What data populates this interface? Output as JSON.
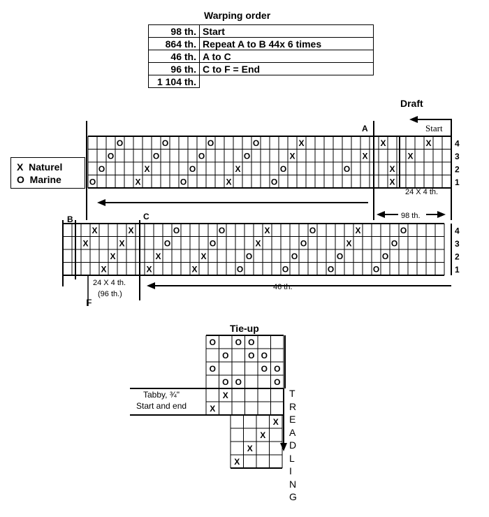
{
  "warping": {
    "title": "Warping order",
    "rows": [
      {
        "count": "98  th.",
        "desc": "Start"
      },
      {
        "count": "864 th.",
        "desc": "Repeat A to B 44x 6 times"
      },
      {
        "count": "46 th.",
        "desc": "A to C"
      },
      {
        "count": "96 th.",
        "desc": "C to F = End"
      }
    ],
    "total": "1 104 th."
  },
  "draft": {
    "title": "Draft",
    "start_label": "Start",
    "mark_A": "A",
    "mark_B": "B",
    "mark_C": "C",
    "mark_F": "F",
    "shafts": [
      "4",
      "3",
      "2",
      "1"
    ],
    "top_grid": [
      [
        "",
        "",
        "",
        "O",
        "",
        "",
        "",
        "",
        "O",
        "",
        "",
        "",
        "",
        "O",
        "",
        "",
        "",
        "",
        "O",
        "",
        "",
        "",
        "",
        "X",
        "",
        "",
        "",
        "",
        "",
        "",
        "",
        "",
        "X",
        "",
        "",
        "",
        "",
        "X"
      ],
      [
        "",
        "",
        "O",
        "",
        "",
        "",
        "",
        "O",
        "",
        "",
        "",
        "",
        "O",
        "",
        "",
        "",
        "",
        "O",
        "",
        "",
        "",
        "",
        "X",
        "",
        "",
        "",
        "",
        "",
        "",
        "",
        "X",
        "",
        "",
        "",
        "",
        "X",
        ""
      ],
      [
        "",
        "O",
        "",
        "",
        "",
        "",
        "X",
        "",
        "",
        "",
        "",
        "O",
        "",
        "",
        "",
        "",
        "X",
        "",
        "",
        "",
        "",
        "O",
        "",
        "",
        "",
        "",
        "",
        "",
        "O",
        "",
        "",
        "",
        "",
        "X",
        "",
        ""
      ],
      [
        "O",
        "",
        "",
        "",
        "",
        "X",
        "",
        "",
        "",
        "",
        "O",
        "",
        "",
        "",
        "",
        "X",
        "",
        "",
        "",
        "",
        "O",
        "",
        "",
        "",
        "",
        "",
        "",
        "",
        "",
        "",
        "",
        "",
        "",
        "X",
        "",
        "",
        ""
      ]
    ],
    "top_repeat_label": "24 X 4 th.",
    "top_98_label": "98 th.",
    "bottom_grid": [
      [
        "",
        "X",
        "",
        "",
        "",
        "X",
        "",
        "",
        "",
        "",
        "O",
        "",
        "",
        "",
        "",
        "O",
        "",
        "",
        "",
        "",
        "X",
        "",
        "",
        "",
        "",
        "O",
        "",
        "",
        "",
        "",
        "X",
        "",
        "",
        "",
        "",
        "O"
      ],
      [
        "X",
        "",
        "",
        "",
        "X",
        "",
        "",
        "",
        "",
        "O",
        "",
        "",
        "",
        "",
        "O",
        "",
        "",
        "",
        "",
        "X",
        "",
        "",
        "",
        "",
        "O",
        "",
        "",
        "",
        "",
        "X",
        "",
        "",
        "",
        "",
        "O",
        ""
      ],
      [
        "",
        "",
        "",
        "X",
        "",
        "",
        "",
        "",
        "X",
        "",
        "",
        "",
        "",
        "X",
        "",
        "",
        "",
        "",
        "O",
        "",
        "",
        "",
        "",
        "O",
        "",
        "",
        "",
        "",
        "O",
        "",
        "",
        "",
        "",
        "O",
        "",
        ""
      ],
      [
        "",
        "",
        "X",
        "",
        "",
        "",
        "",
        "X",
        "",
        "",
        "",
        "",
        "X",
        "",
        "",
        "",
        "",
        "O",
        "",
        "",
        "",
        "",
        "O",
        "",
        "",
        "",
        "",
        "O",
        "",
        "",
        "",
        "",
        "O",
        "",
        "",
        ""
      ]
    ],
    "bottom_repeat_label_1": "24 X 4 th.",
    "bottom_repeat_label_2": "(96 th.)",
    "bottom_46_label": "46 th."
  },
  "legend": {
    "items": [
      {
        "symbol": "X",
        "label": "Naturel"
      },
      {
        "symbol": "O",
        "label": "Marine"
      }
    ]
  },
  "tieup": {
    "title": "Tie-up",
    "grid": [
      [
        "O",
        "",
        "O",
        "O",
        "",
        ""
      ],
      [
        "",
        "O",
        "",
        "O",
        "O",
        ""
      ],
      [
        "O",
        "",
        "",
        "",
        "O",
        "O"
      ],
      [
        "",
        "O",
        "O",
        "",
        "",
        "O"
      ]
    ],
    "tabby_label_1": "Tabby, ¾\"",
    "tabby_label_2": "Start and end",
    "tabby_grid": [
      [
        "",
        "X",
        "",
        "",
        "",
        ""
      ],
      [
        "X",
        "",
        "",
        "",
        "",
        ""
      ]
    ],
    "treadle_grid": [
      [
        "",
        "",
        "",
        "X"
      ],
      [
        "",
        "",
        "X",
        ""
      ],
      [
        "",
        "X",
        "",
        ""
      ],
      [
        "X",
        "",
        "",
        ""
      ]
    ],
    "treadling_letters": [
      "T",
      "R",
      "E",
      "A",
      "D",
      "L",
      "I",
      "N",
      "G"
    ]
  }
}
